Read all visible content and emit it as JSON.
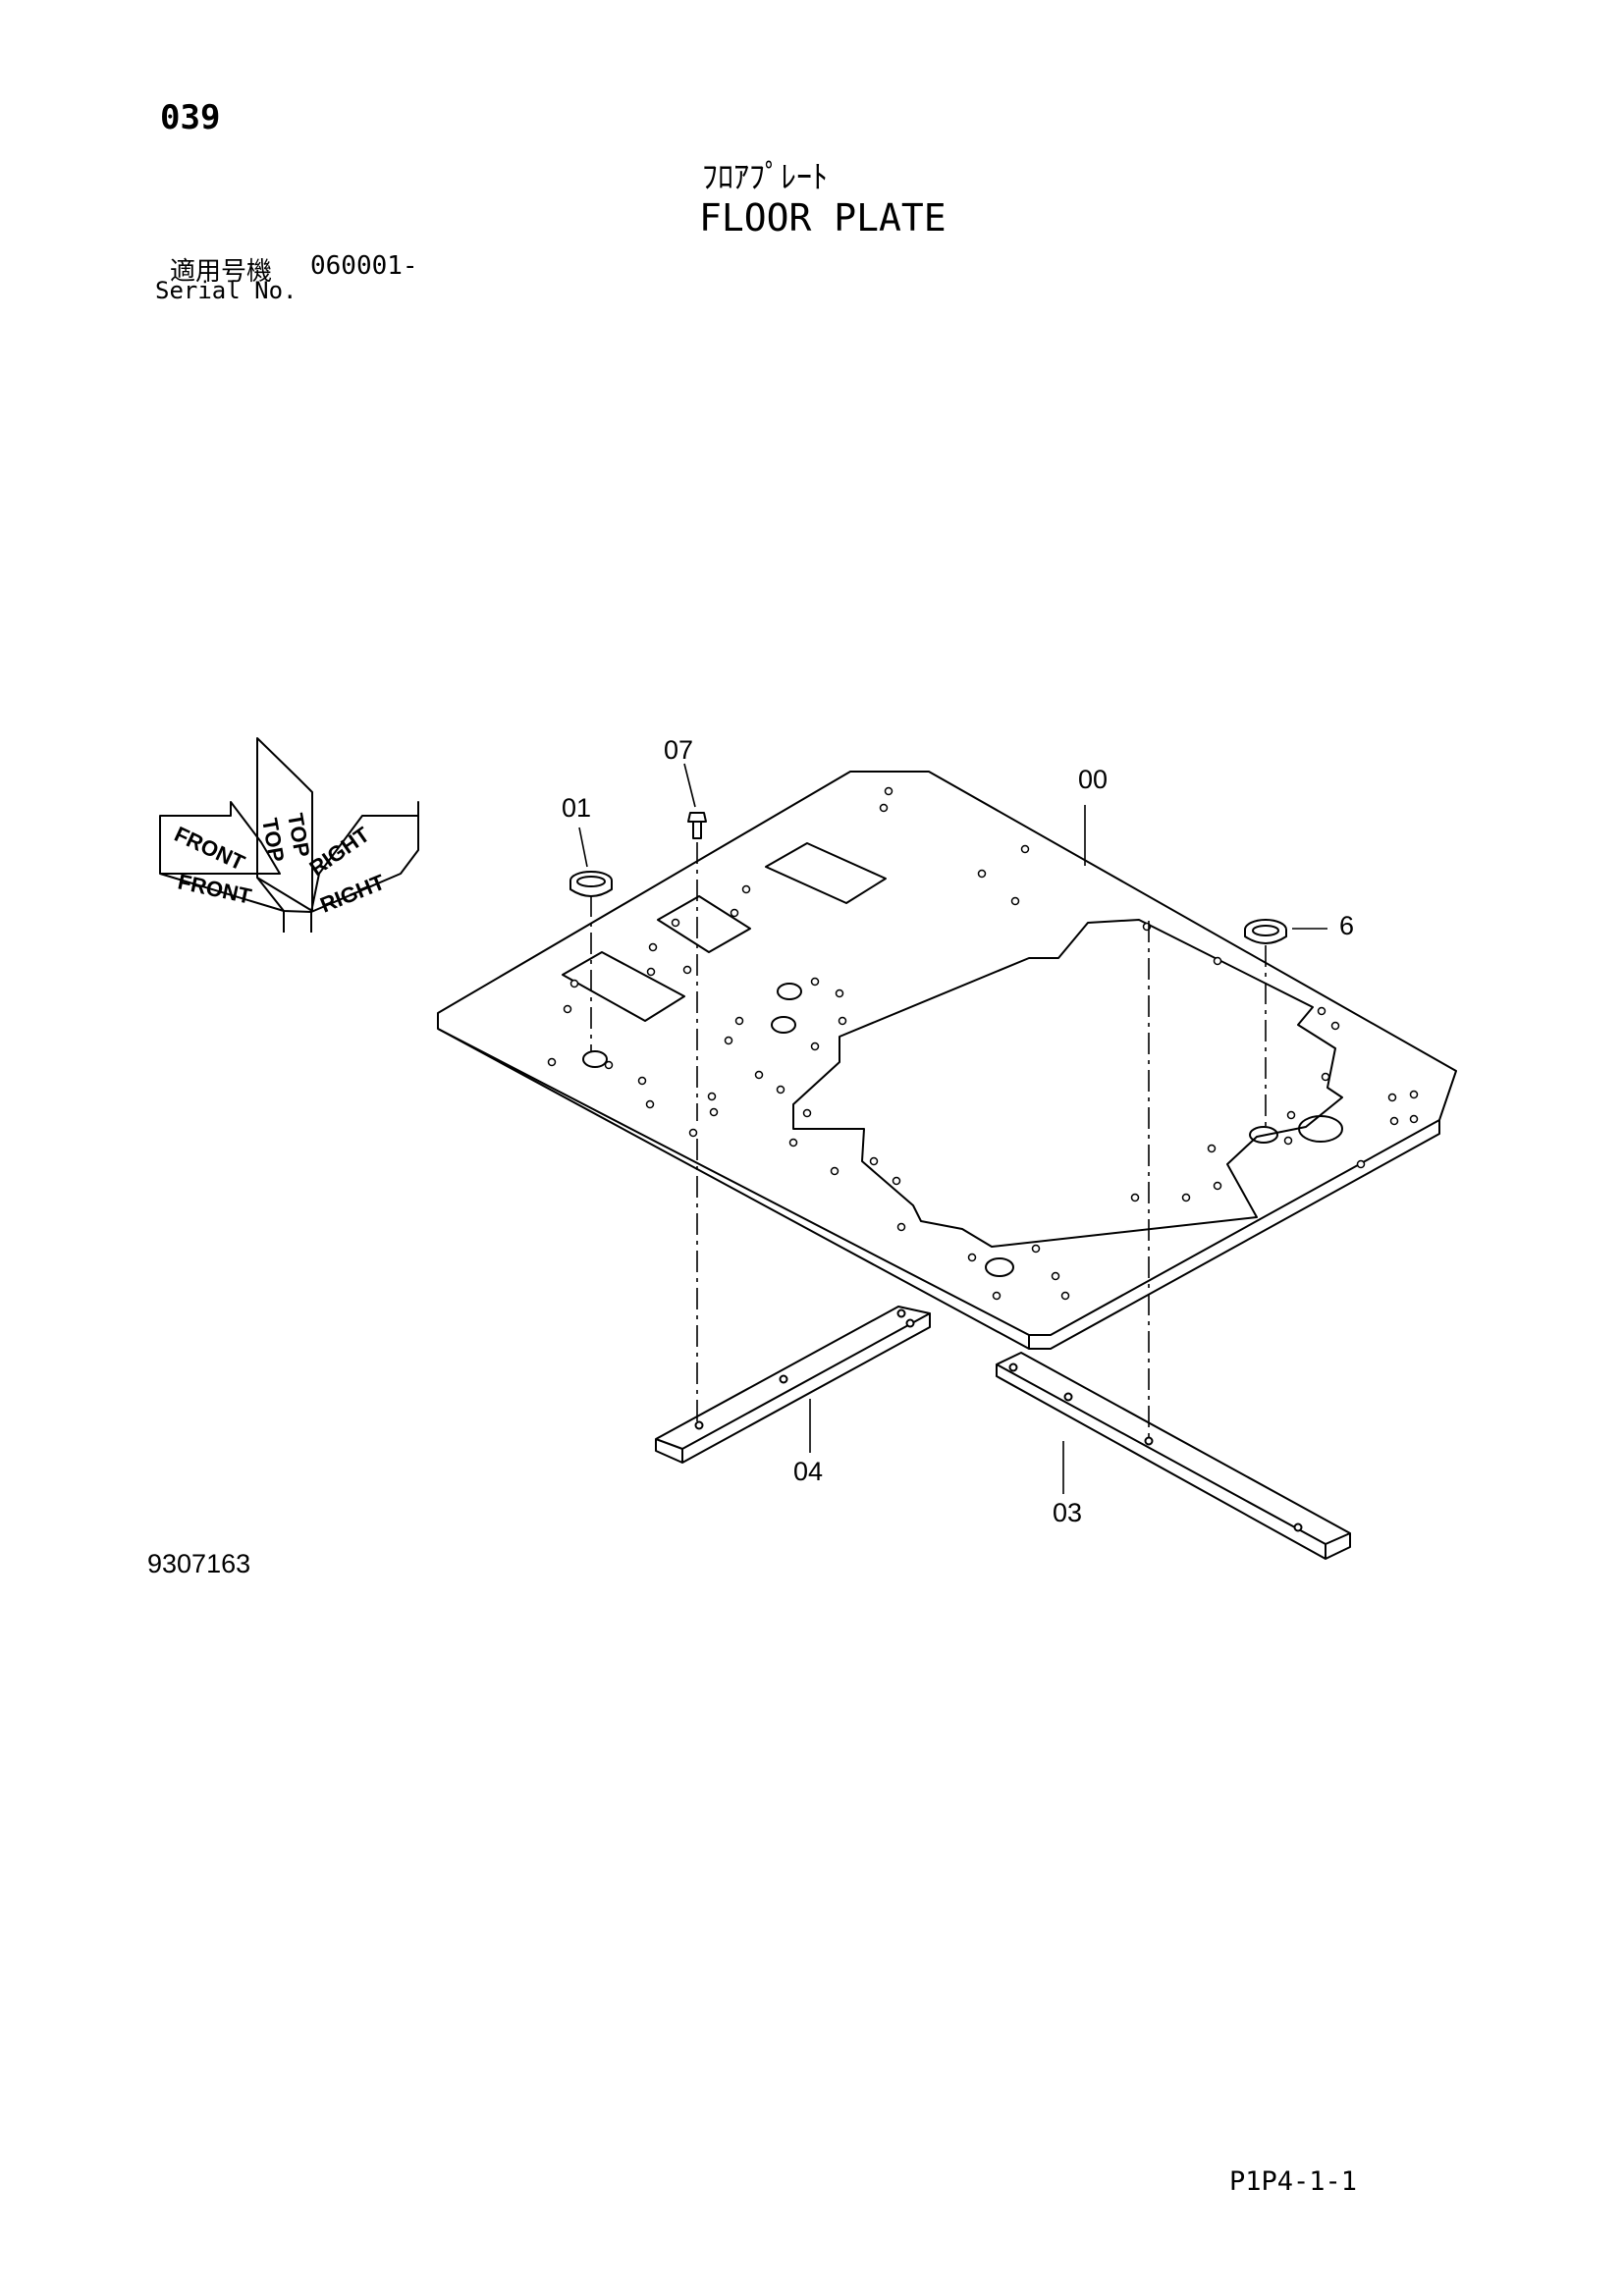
{
  "header": {
    "page_number": "039",
    "title_jp": "ﾌﾛｱﾌﾟﾚｰﾄ",
    "title_en": "FLOOR PLATE",
    "serial_label_jp": "適用号機",
    "serial_range": "060001-",
    "serial_label_en": "Serial No."
  },
  "orientation": {
    "top": "TOP",
    "front": "FRONT",
    "right": "RIGHT"
  },
  "callouts": [
    "00",
    "01",
    "03",
    "04",
    "6",
    "07"
  ],
  "footer": {
    "drawing_number": "9307163",
    "sheet_ref": "P1P4-1-1"
  }
}
